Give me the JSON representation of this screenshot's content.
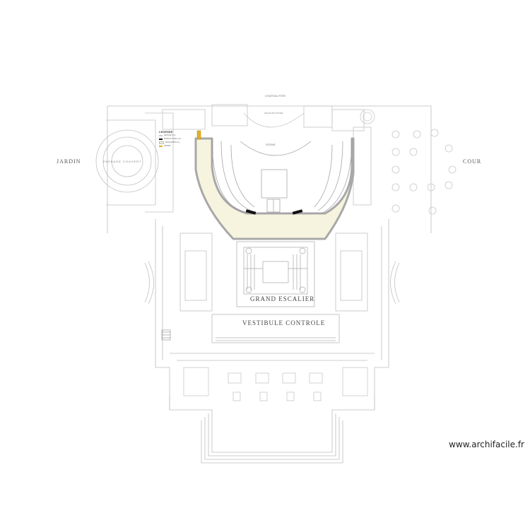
{
  "plan": {
    "top_label": "CHATEAU FERI",
    "left_side": "JARDIN",
    "right_side": "COUR",
    "grand_escalier": "GRAND ESCALIER",
    "vestibule": "VESTIBULE CONTROLE",
    "stage": "SCENE",
    "foyer": "SALON DU FOYER",
    "passage": "PASSAGE COUVERT"
  },
  "legend": {
    "title": "LEGENDE",
    "items": [
      {
        "label": "PARQUET (m)",
        "color": "#cccccc"
      },
      {
        "label": "MURS ACTUELS (m)",
        "color": "#111111"
      },
      {
        "label": "MOQUETTES (m)",
        "color": "#f5f2dc"
      },
      {
        "label": "DIVERS",
        "color": "#e4b020"
      }
    ]
  },
  "colors": {
    "zone_fill": "#f6f4df",
    "zone_outline": "#a8a8a8",
    "accent": "#e4b020",
    "wall": "#111111"
  },
  "watermark": "www.archifacile.fr"
}
